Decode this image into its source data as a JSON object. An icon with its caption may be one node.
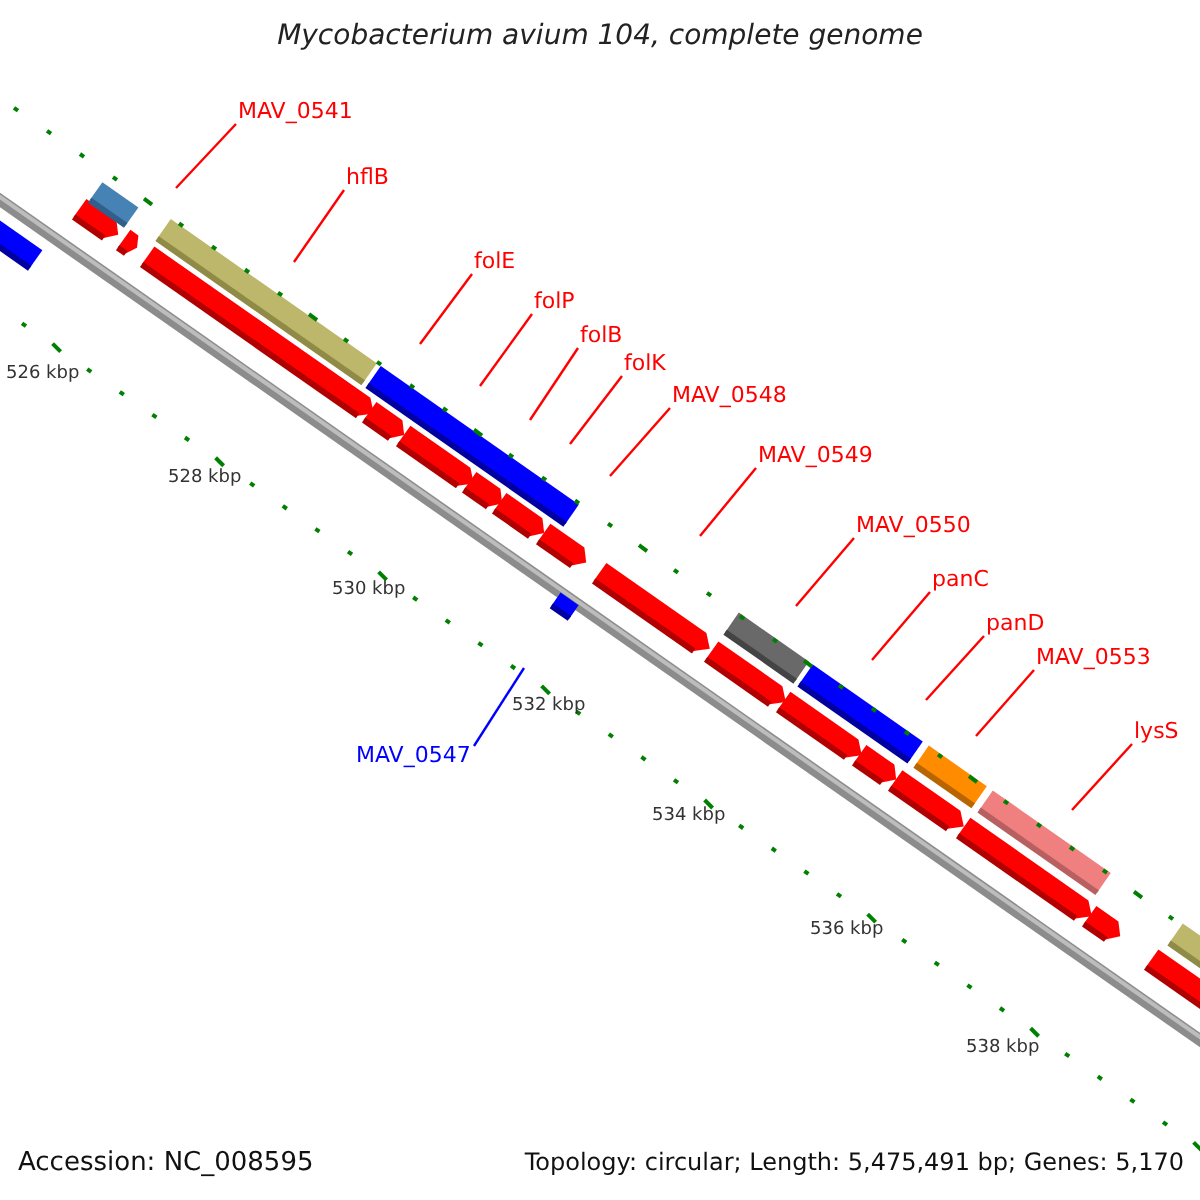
{
  "diagram": {
    "title": "Mycobacterium avium 104, complete genome",
    "nodes": [
      {
        "text": [
          "MAV_0541"
        ]
      },
      {
        "text": [
          "hflB"
        ]
      },
      {
        "text": [
          "folE"
        ]
      },
      {
        "text": [
          "folP"
        ]
      },
      {
        "text": [
          "folB"
        ]
      },
      {
        "text": [
          "folK"
        ]
      },
      {
        "text": [
          "MAV_0548"
        ]
      },
      {
        "text": [
          "MAV_0549"
        ]
      },
      {
        "text": [
          "MAV_0550"
        ]
      },
      {
        "text": [
          "panC"
        ]
      },
      {
        "text": [
          "panD"
        ]
      },
      {
        "text": [
          "MAV_0553"
        ]
      },
      {
        "text": [
          "lysS"
        ]
      },
      {
        "text": [
          "MAV_0547"
        ]
      }
    ],
    "edges": [
      {
        "from": 0,
        "to": null,
        "arrow": "none"
      },
      {
        "from": 1,
        "to": null,
        "arrow": "none"
      },
      {
        "from": 2,
        "to": null,
        "arrow": "none"
      },
      {
        "from": 3,
        "to": null,
        "arrow": "none"
      },
      {
        "from": 4,
        "to": null,
        "arrow": "none"
      },
      {
        "from": 5,
        "to": null,
        "arrow": "none"
      },
      {
        "from": 6,
        "to": null,
        "arrow": "none"
      },
      {
        "from": 7,
        "to": null,
        "arrow": "none"
      },
      {
        "from": 8,
        "to": null,
        "arrow": "none"
      },
      {
        "from": 9,
        "to": null,
        "arrow": "none"
      },
      {
        "from": 10,
        "to": null,
        "arrow": "none"
      },
      {
        "from": 11,
        "to": null,
        "arrow": "none"
      },
      {
        "from": 12,
        "to": null,
        "arrow": "none"
      },
      {
        "from": 13,
        "to": null,
        "arrow": "none",
        "color": "#0000ff"
      }
    ],
    "labels": [
      "526 kbp",
      "528 kbp",
      "530 kbp",
      "532 kbp",
      "534 kbp",
      "536 kbp",
      "538 kbp",
      "Accession: NC_008595",
      "Topology: circular; Length: 5,475,491 bp; Genes: 5,170"
    ]
  }
}
